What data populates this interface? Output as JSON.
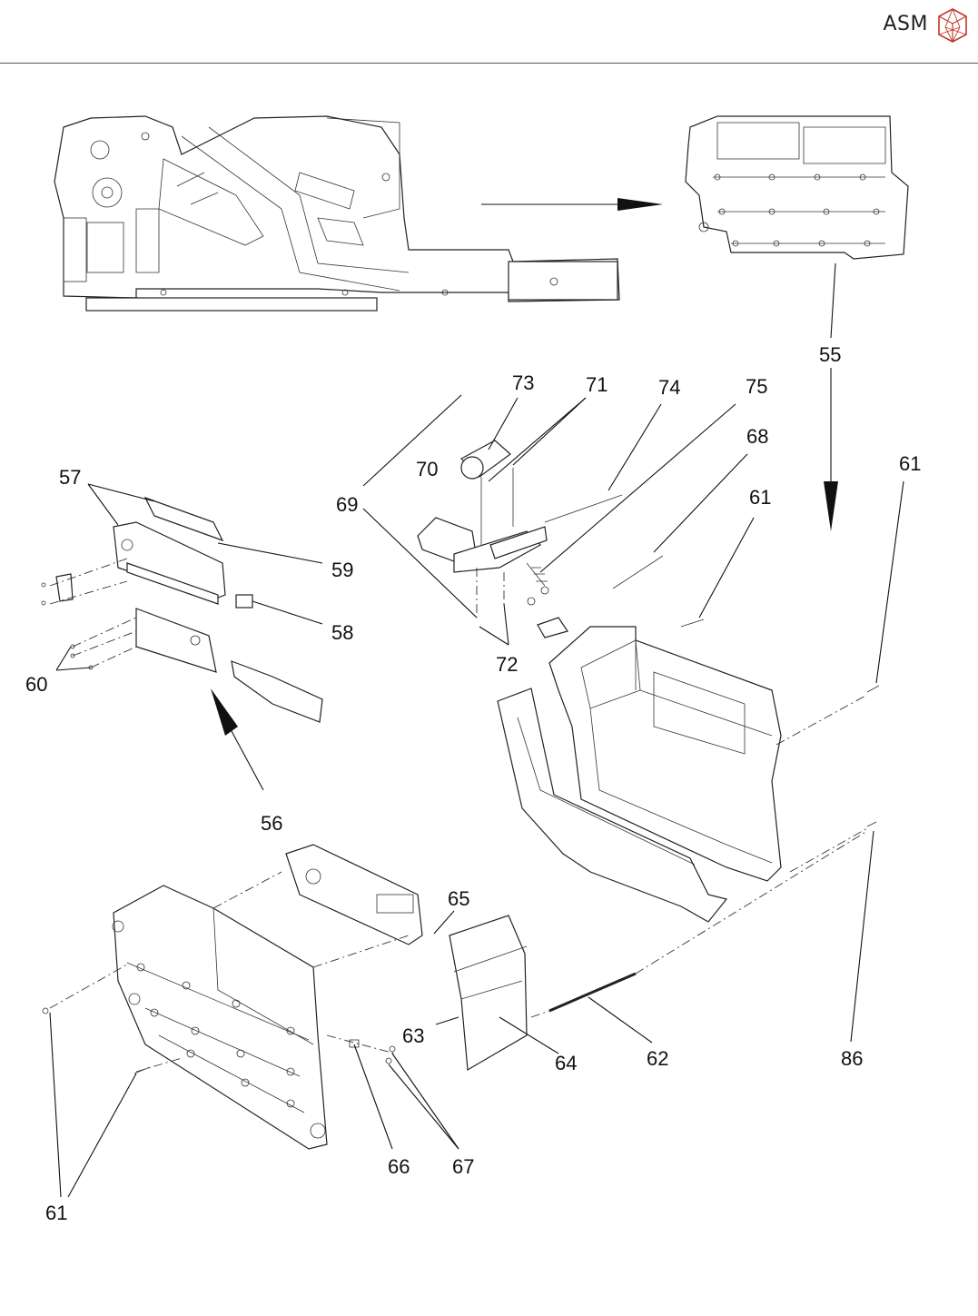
{
  "header": {
    "brand": "ASM",
    "logo_icon": "asm-cube-logo-icon",
    "accent_color": "#c0392b"
  },
  "callouts": [
    {
      "id": "55",
      "label": "55"
    },
    {
      "id": "56",
      "label": "56"
    },
    {
      "id": "57",
      "label": "57"
    },
    {
      "id": "58",
      "label": "58"
    },
    {
      "id": "59",
      "label": "59"
    },
    {
      "id": "60",
      "label": "60"
    },
    {
      "id": "61a",
      "label": "61"
    },
    {
      "id": "61b",
      "label": "61"
    },
    {
      "id": "61c",
      "label": "61"
    },
    {
      "id": "62",
      "label": "62"
    },
    {
      "id": "63",
      "label": "63"
    },
    {
      "id": "64",
      "label": "64"
    },
    {
      "id": "65",
      "label": "65"
    },
    {
      "id": "66",
      "label": "66"
    },
    {
      "id": "67",
      "label": "67"
    },
    {
      "id": "68",
      "label": "68"
    },
    {
      "id": "69",
      "label": "69"
    },
    {
      "id": "70",
      "label": "70"
    },
    {
      "id": "71",
      "label": "71"
    },
    {
      "id": "72",
      "label": "72"
    },
    {
      "id": "73",
      "label": "73"
    },
    {
      "id": "74",
      "label": "74"
    },
    {
      "id": "75",
      "label": "75"
    },
    {
      "id": "86",
      "label": "86"
    }
  ]
}
